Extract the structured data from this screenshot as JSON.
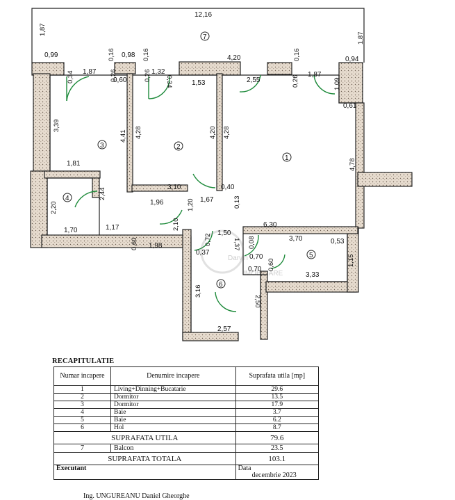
{
  "plan": {
    "watermark": {
      "brand": "Darvin",
      "sub": "IMOBILIARE"
    },
    "room_numbers": [
      "1",
      "2",
      "3",
      "4",
      "5",
      "6",
      "7"
    ],
    "dimensions": {
      "balcony_width": "12,16",
      "balcony_left": "1,87",
      "balcony_right": "1,87",
      "d099": "0,99",
      "d016a": "0,16",
      "d098": "0,98",
      "d016b": "0,16",
      "d420": "4,20",
      "d016c": "0,16",
      "d094": "0,94",
      "d034a": "0,34",
      "d187a": "1,87",
      "d026a": "0,26",
      "d060a": "0,60",
      "d026b": "0,26",
      "d132": "1,32",
      "d034b": "0,34",
      "d153": "1,53",
      "d255": "2,55",
      "d026c": "0,26",
      "d187b": "1,87",
      "d109": "1,09",
      "d061": "0,61",
      "d339": "3,39",
      "d441": "4,41",
      "d428a": "4,28",
      "d420b": "4,20",
      "d428b": "4,28",
      "d478": "4,78",
      "d181": "1,81",
      "d310": "3,10",
      "d040": "0,40",
      "d220": "2,20",
      "d244": "2,44",
      "d196": "1,96",
      "d120": "1,20",
      "d167": "1,67",
      "d013": "0,13",
      "d170": "1,70",
      "d117": "1,17",
      "d210": "2,10",
      "d150": "1,50",
      "d630": "6,30",
      "d060b": "0,60",
      "d198": "1,98",
      "d072": "0,72",
      "d137": "1,37",
      "d008": "0,08",
      "d370": "3,70",
      "d053": "0,53",
      "d037": "0,37",
      "d070a": "0,70",
      "d070b": "0,70",
      "d060c": "0,60",
      "d115": "1,15",
      "d333": "3,33",
      "d316": "3,16",
      "d250": "2,50",
      "d257": "2,57"
    }
  },
  "table": {
    "title": "RECAPITULATIE",
    "headers": {
      "num": "Numar incapere",
      "name": "Denumire incapere",
      "area": "Suprafata utila [mp]"
    },
    "rows": [
      {
        "num": "1",
        "name": "Living+Dinning+Bucatarie",
        "area": "29.6"
      },
      {
        "num": "2",
        "name": "Dormitor",
        "area": "13.5"
      },
      {
        "num": "3",
        "name": "Dormitor",
        "area": "17.9"
      },
      {
        "num": "4",
        "name": "Baie",
        "area": "3.7"
      },
      {
        "num": "5",
        "name": "Baie",
        "area": "6.2"
      },
      {
        "num": "6",
        "name": "Hol",
        "area": "8.7"
      }
    ],
    "usable_label": "SUPRAFATA UTILA",
    "usable_value": "79.6",
    "balcony": {
      "num": "7",
      "name": "Balcon",
      "area": "23.5"
    },
    "total_label": "SUPRAFATA TOTALA",
    "total_value": "103.1",
    "executant_label": "Executant",
    "date_label": "Data",
    "date_value": "decembrie 2023",
    "engineer": "Ing. UNGUREANU Daniel Gheorghe"
  }
}
